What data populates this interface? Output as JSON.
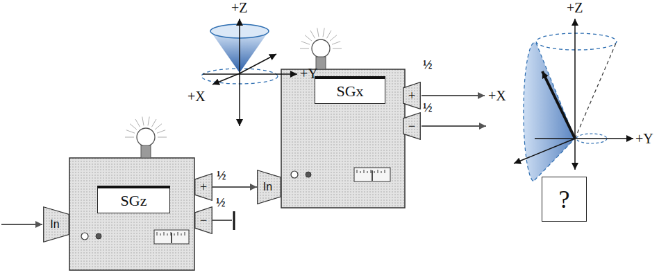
{
  "diagram": {
    "nodes": [
      {
        "text": [
          "SGz"
        ]
      },
      {
        "text": [
          "In"
        ]
      },
      {
        "text": [
          "+"
        ]
      },
      {
        "text": [
          "−"
        ]
      },
      {
        "text": [
          "SGx"
        ]
      },
      {
        "text": [
          "In"
        ]
      },
      {
        "text": [
          "+"
        ]
      },
      {
        "text": [
          "−"
        ]
      },
      {
        "text": [
          "?"
        ]
      }
    ],
    "edges": [
      {
        "from": 2,
        "to": 5,
        "arrow": "to",
        "label": "½"
      }
    ],
    "labels": [
      "+Z",
      "+Y",
      "+X",
      "½",
      "½",
      "½",
      "+Z",
      "+X",
      "+Y"
    ]
  }
}
